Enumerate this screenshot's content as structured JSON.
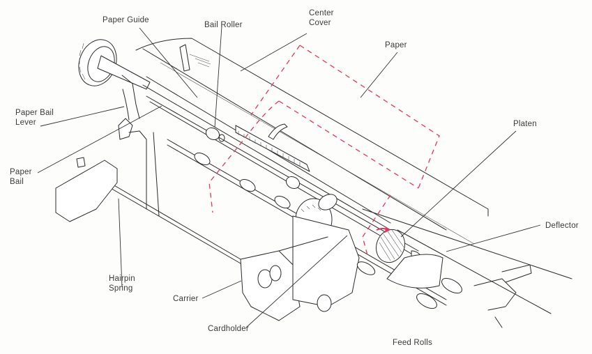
{
  "figure": {
    "kind": "exploded mechanical illustration",
    "subject": "typewriter paper feed assembly",
    "colors": {
      "line": "#2a2a2a",
      "paper_path": "#e8345a",
      "label_text": "#3a3a3a",
      "background": "#fdfdfc"
    }
  },
  "labels": {
    "paper_guide": "Paper Guide",
    "bail_roller": "Bail Roller",
    "center_cover_1": "Center",
    "center_cover_2": "Cover",
    "paper": "Paper",
    "paper_bail_lever_1": "Paper Bail",
    "paper_bail_lever_2": "Lever",
    "paper_bail_1": "Paper",
    "paper_bail_2": "Bail",
    "platen": "Platen",
    "deflector": "Deflector",
    "hairpin_spring_1": "Hairpin",
    "hairpin_spring_2": "Spring",
    "carrier": "Carrier",
    "cardholder": "Cardholder",
    "feed_rolls": "Feed Rolls"
  }
}
